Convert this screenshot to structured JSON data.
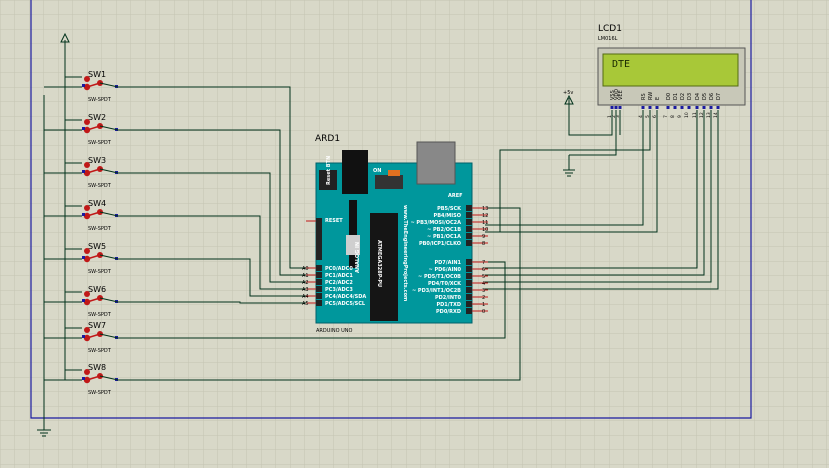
{
  "lcd": {
    "ref": "LCD1",
    "model": "LM016L",
    "display_text": "DTE",
    "pins": [
      "VSS",
      "VDD",
      "VEE",
      "RS",
      "RW",
      "E",
      "D0",
      "D1",
      "D2",
      "D3",
      "D4",
      "D5",
      "D6",
      "D7"
    ],
    "pin_numbers": [
      "1",
      "2",
      "3",
      "4",
      "5",
      "6",
      "7",
      "8",
      "9",
      "10",
      "11",
      "12",
      "13",
      "14"
    ],
    "supply_label": "+5v"
  },
  "arduino": {
    "ref": "ARD1",
    "board_label": "ARDUINO UNO",
    "brand_text": "www.TheEngineeringProjects.com",
    "reset_label": "RESET",
    "reset_button_label": "Reset BTN",
    "aref_label": "AREF",
    "on_label": "ON",
    "chip_label": "ATMEGA328P-PU",
    "analog_label": "ANALOG IN",
    "analog_pins": [
      "PC0/ADC0",
      "PC1/ADC1",
      "PC2/ADC2",
      "PC3/ADC3",
      "PC4/ADC4/SDA",
      "PC5/ADC5/SCL"
    ],
    "analog_tags": [
      "A0",
      "A1",
      "A2",
      "A3",
      "A4",
      "A5"
    ],
    "digital_pins_upper": [
      "PB5/SCK",
      "PB4/MISO",
      "~ PB3/MOSI/OC2A",
      "~ PB2/OC1B",
      "~ PB1/OC1A",
      "PB0/ICP1/CLKO"
    ],
    "digital_nums_upper": [
      "13",
      "12",
      "11",
      "10",
      "9",
      "8"
    ],
    "digital_pins_lower": [
      "PD7/AIN1",
      "~ PD6/AIN0",
      "~ PD5/T1/OC0B",
      "PD4/T0/XCK",
      "~ PD3/INT1/OC2B",
      "PD2/INT0",
      "PD1/TXD",
      "PD0/RXD"
    ],
    "digital_nums_lower": [
      "7",
      "6",
      "5",
      "4",
      "3",
      "2",
      "1",
      "0"
    ]
  },
  "switches": [
    {
      "ref": "SW1",
      "type": "SW-SPDT"
    },
    {
      "ref": "SW2",
      "type": "SW-SPDT"
    },
    {
      "ref": "SW3",
      "type": "SW-SPDT"
    },
    {
      "ref": "SW4",
      "type": "SW-SPDT"
    },
    {
      "ref": "SW5",
      "type": "SW-SPDT"
    },
    {
      "ref": "SW6",
      "type": "SW-SPDT"
    },
    {
      "ref": "SW7",
      "type": "SW-SPDT"
    },
    {
      "ref": "SW8",
      "type": "SW-SPDT"
    }
  ],
  "colors": {
    "background": "#d8d8c8",
    "grid": "#c4c4b2",
    "wire": "#00311a",
    "frame": "#1a1aa0",
    "board": "#00979c",
    "lcd_screen": "#a8c838",
    "switch": "#c01818"
  }
}
